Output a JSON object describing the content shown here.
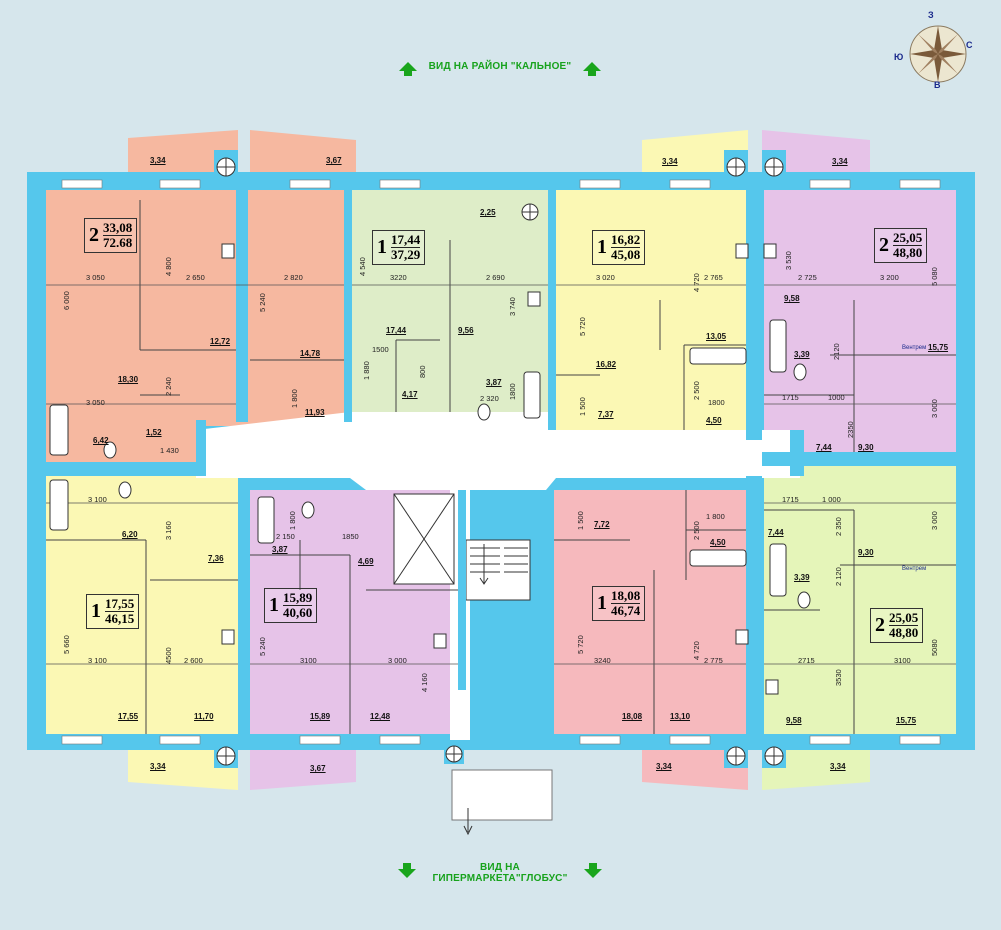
{
  "header": {
    "view_top": "ВИД НА РАЙОН \"КАЛЬНОЕ\""
  },
  "footer": {
    "view_bottom_1": "ВИД  НА",
    "view_bottom_2": "ГИПЕРМАРКЕТА\"ГЛОБУС\""
  },
  "compass": {
    "west": "З",
    "north": "С",
    "south": "Ю",
    "east": "В"
  },
  "colors": {
    "wall": "#55c7ec",
    "salmon": "#f6b8a0",
    "green": "#deedc8",
    "yellow": "#fbf8b4",
    "purple": "#e6c3e8",
    "pink": "#f6b9bd",
    "lime": "#e5f5b9",
    "corridor": "#ffffff",
    "background": "#d6e6ec"
  },
  "apartments": [
    {
      "id": "a1",
      "rooms": "2",
      "living": "33,08",
      "total": "72.68"
    },
    {
      "id": "a2",
      "rooms": "1",
      "living": "17,44",
      "total": "37,29"
    },
    {
      "id": "a3",
      "rooms": "1",
      "living": "16,82",
      "total": "45,08"
    },
    {
      "id": "a4",
      "rooms": "2",
      "living": "25,05",
      "total": "48,80"
    },
    {
      "id": "a5",
      "rooms": "1",
      "living": "17,55",
      "total": "46,15"
    },
    {
      "id": "a6",
      "rooms": "1",
      "living": "15,89",
      "total": "40,60"
    },
    {
      "id": "a7",
      "rooms": "1",
      "living": "18,08",
      "total": "46,74"
    },
    {
      "id": "a8",
      "rooms": "2",
      "living": "25,05",
      "total": "48,80"
    }
  ],
  "areas": {
    "a1_balc1": "3,34",
    "a1_balc2": "3,67",
    "a1_room1": "12,72",
    "a1_room2": "14,78",
    "a1_hall": "18,30",
    "a1_kitch": "11,93",
    "a1_bath": "6,42",
    "a1_wc": "1,52",
    "a2_balc": "2,25",
    "a2_room": "17,44",
    "a2_kitch": "9,56",
    "a2_bath": "3,87",
    "a2_hall": "4,17",
    "a3_balc": "3,34",
    "a3_room": "16,82",
    "a3_kitch": "13,05",
    "a3_hall": "7,37",
    "a3_bath": "4,50",
    "a4_balc": "3,34",
    "a4_bath": "9,58",
    "a4_wc": "3,39",
    "a4_room": "15,75",
    "a4_hall": "7,44",
    "a4_kitch": "9,30",
    "a5_hall": "6,20",
    "a5_bath": "7,36",
    "a5_room": "17,55",
    "a5_kitch": "11,70",
    "a5_balc": "3,34",
    "a6_bath": "3,87",
    "a6_hall": "4,69",
    "a6_room": "15,89",
    "a6_kitch": "12,48",
    "a6_balc": "3,67",
    "a7_hall": "7,72",
    "a7_bath": "4,50",
    "a7_room": "18,08",
    "a7_kitch": "13,10",
    "a7_balc": "3,34",
    "a8_hall": "7,44",
    "a8_kitch": "9,30",
    "a8_wc": "3,39",
    "a8_bath": "9,58",
    "a8_room": "15,75",
    "a8_balc": "3,34"
  },
  "dims": {
    "d1": "3 050",
    "d2": "2 650",
    "d3": "2 820",
    "d4": "4 800",
    "d5": "6 000",
    "d6": "5 240",
    "d7": "2 240",
    "d8": "1 800",
    "d9": "3 050",
    "d10": "1 430",
    "d11": "4 540",
    "d12": "3220",
    "d13": "2 690",
    "d14": "3 740",
    "d15": "1500",
    "d16": "1 880",
    "d17": "800",
    "d18": "2 320",
    "d19": "1800",
    "d20": "3 020",
    "d21": "2 765",
    "d22": "5 720",
    "d23": "4 720",
    "d24": "2 500",
    "d25": "1800",
    "d26": "1 500",
    "d27": "3 530",
    "d28": "5 080",
    "d29": "2 725",
    "d30": "3 200",
    "d31": "2120",
    "d32": "1715",
    "d33": "1000",
    "d34": "2350",
    "d35": "3 000",
    "d36": "3 100",
    "d37": "3 160",
    "d38": "5 660",
    "d39": "3 100",
    "d40": "4500",
    "d41": "2 600",
    "d42": "2 150",
    "d43": "1 800",
    "d44": "1850",
    "d45": "5 240",
    "d46": "3100",
    "d47": "3 000",
    "d48": "4 160",
    "d49": "1 500",
    "d50": "1 800",
    "d51": "2 500",
    "d52": "5 720",
    "d53": "4 720",
    "d54": "3240",
    "d55": "2 775",
    "d56": "1715",
    "d57": "1 000",
    "d58": "2 350",
    "d59": "3 000",
    "d60": "2 120",
    "d61": "3530",
    "d62": "5080",
    "d63": "2715",
    "d64": "3100"
  },
  "notes": {
    "vent": "Вентрем"
  }
}
